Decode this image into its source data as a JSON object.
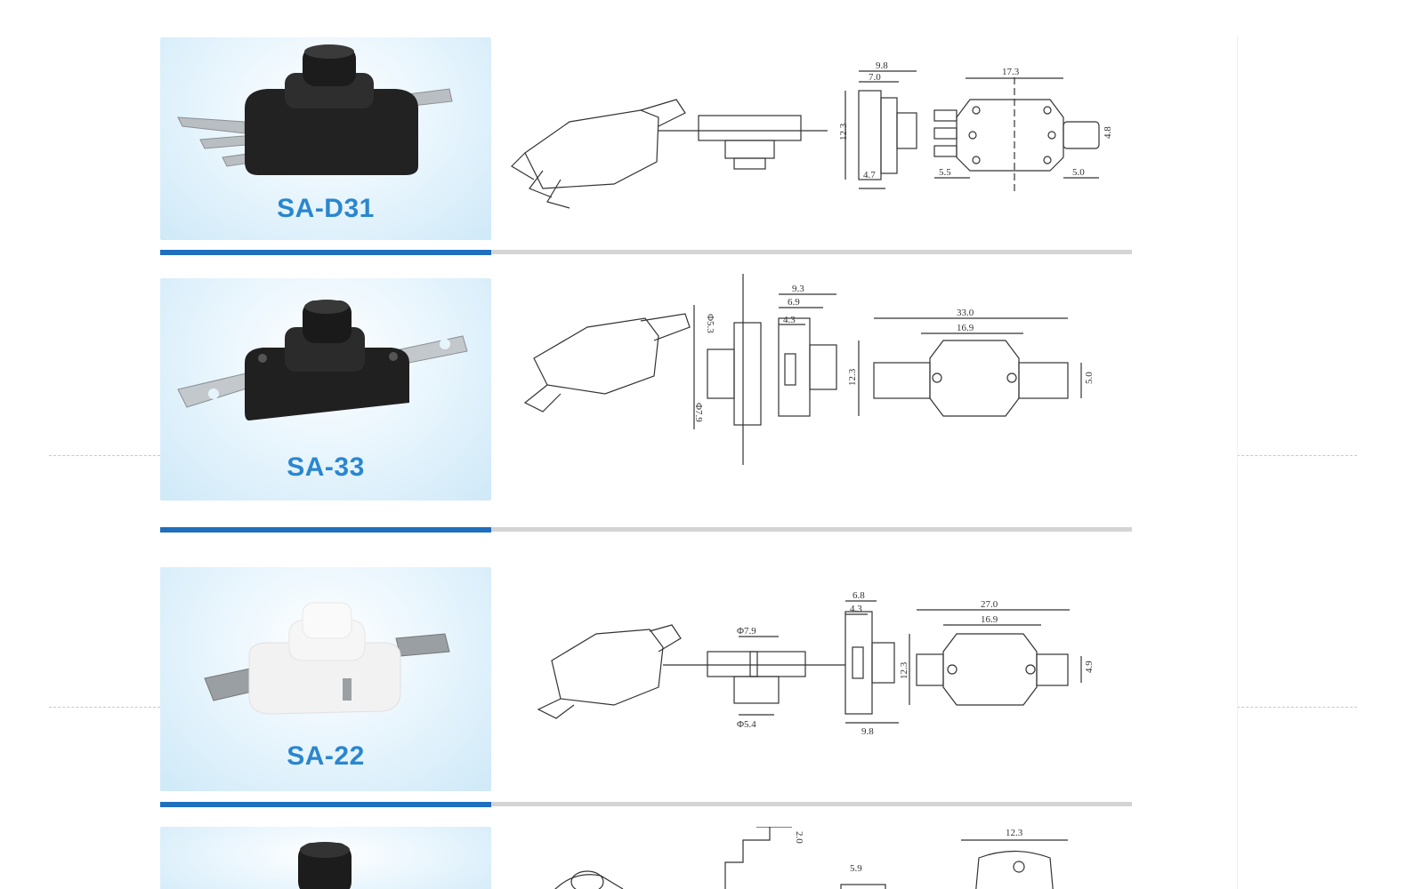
{
  "products": [
    {
      "model": "SA-D31",
      "body_color": "black",
      "dims": [
        "9.8",
        "7.0",
        "17.3",
        "12.3",
        "4.8",
        "5.5",
        "4.7",
        "5.0"
      ]
    },
    {
      "model": "SA-33",
      "body_color": "black",
      "dims": [
        "9.3",
        "6.9",
        "4.3",
        "33.0",
        "16.9",
        "Φ5.3",
        "Φ7.9",
        "12.3",
        "5.0"
      ]
    },
    {
      "model": "SA-22",
      "body_color": "white",
      "dims": [
        "Φ7.9",
        "Φ5.4",
        "6.8",
        "4.3",
        "9.8",
        "27.0",
        "16.9",
        "12.3",
        "4.9"
      ]
    },
    {
      "model": "",
      "body_color": "black",
      "dims": [
        "2.0",
        "5.9",
        "12.3"
      ]
    }
  ],
  "colors": {
    "accent_blue": "#1f6fbd",
    "label_blue": "#2a86cf",
    "divider_gray": "#d4d4d4"
  }
}
